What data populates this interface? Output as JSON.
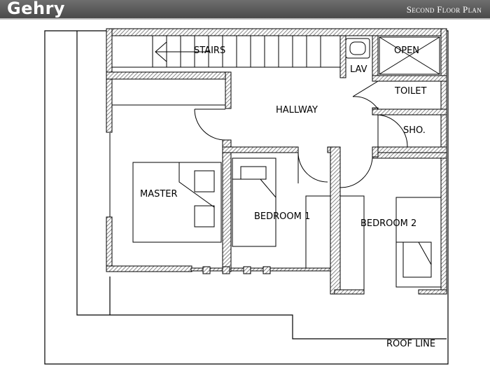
{
  "header": {
    "brand": "Gehry",
    "title": "Second Floor Plan"
  },
  "labels": {
    "stairs": "STAIRS",
    "lav": "LAV",
    "open": "OPEN",
    "hallway": "HALLWAY",
    "toilet": "TOILET",
    "shower": "SHO.",
    "master": "MASTER",
    "bedroom1": "BEDROOM 1",
    "bedroom2": "BEDROOM 2",
    "roof_line": "ROOF LINE"
  },
  "colors": {
    "header_bg": "#555555",
    "wall_hatch": "#6a6a6a",
    "line": "#000000"
  }
}
